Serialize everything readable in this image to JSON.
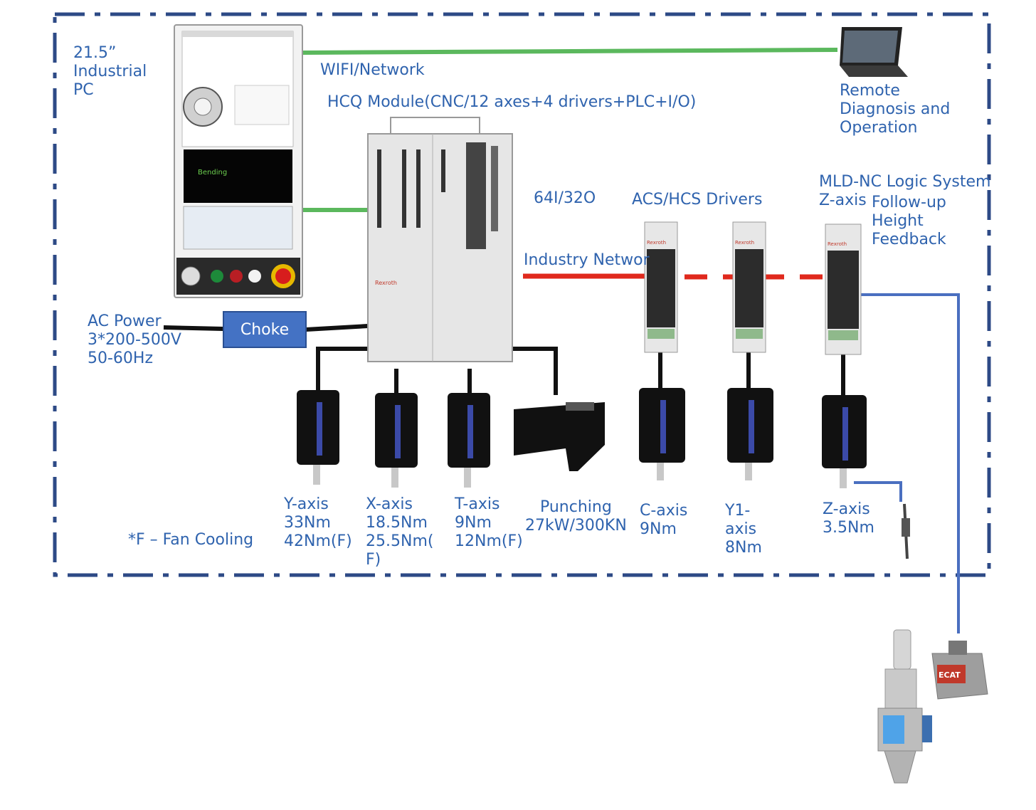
{
  "labels": {
    "pc": "21.5”\nIndustrial\nPC",
    "wifi": "WIFI/Network",
    "hcq": "HCQ Module(CNC/12 axes+4 drivers+PLC+I/O)",
    "remote": "Remote\nDiagnosis and\nOperation",
    "io": "64I/32O",
    "acs": "ACS/HCS Drivers",
    "mld": "MLD-NC Logic System",
    "zfollow_prefix": "Z-axis",
    "zfollow": "Follow-up\nHeight\nFeedback",
    "industry_net": "Industry Networ",
    "ac_power": "AC Power\n3*200-500V\n50-60Hz",
    "choke": "Choke",
    "fan_note": "*F – Fan Cooling"
  },
  "axes": [
    {
      "label": "Y-axis\n33Nm\n42Nm(F)"
    },
    {
      "label": "X-axis\n18.5Nm\n25.5Nm(\nF)"
    },
    {
      "label": "T-axis\n9Nm\n12Nm(F)"
    },
    {
      "label": "Punching\n27kW/300KN"
    },
    {
      "label": "C-axis\n9Nm"
    },
    {
      "label": "Y1-\naxis\n8Nm"
    },
    {
      "label": "Z-axis\n3.5Nm"
    }
  ],
  "device_text": {
    "hcq_brand": "Rexroth",
    "drive_brand": "Rexroth",
    "sensor_brand": "ECAT",
    "pc_screen": "Bending"
  },
  "colors": {
    "frame": "#2d4a86",
    "label": "#2f63ae",
    "network_green": "#5bb85d",
    "industry_red": "#e0291d",
    "feedback_blue": "#4a6fc0",
    "choke_fill": "#4472c4"
  }
}
